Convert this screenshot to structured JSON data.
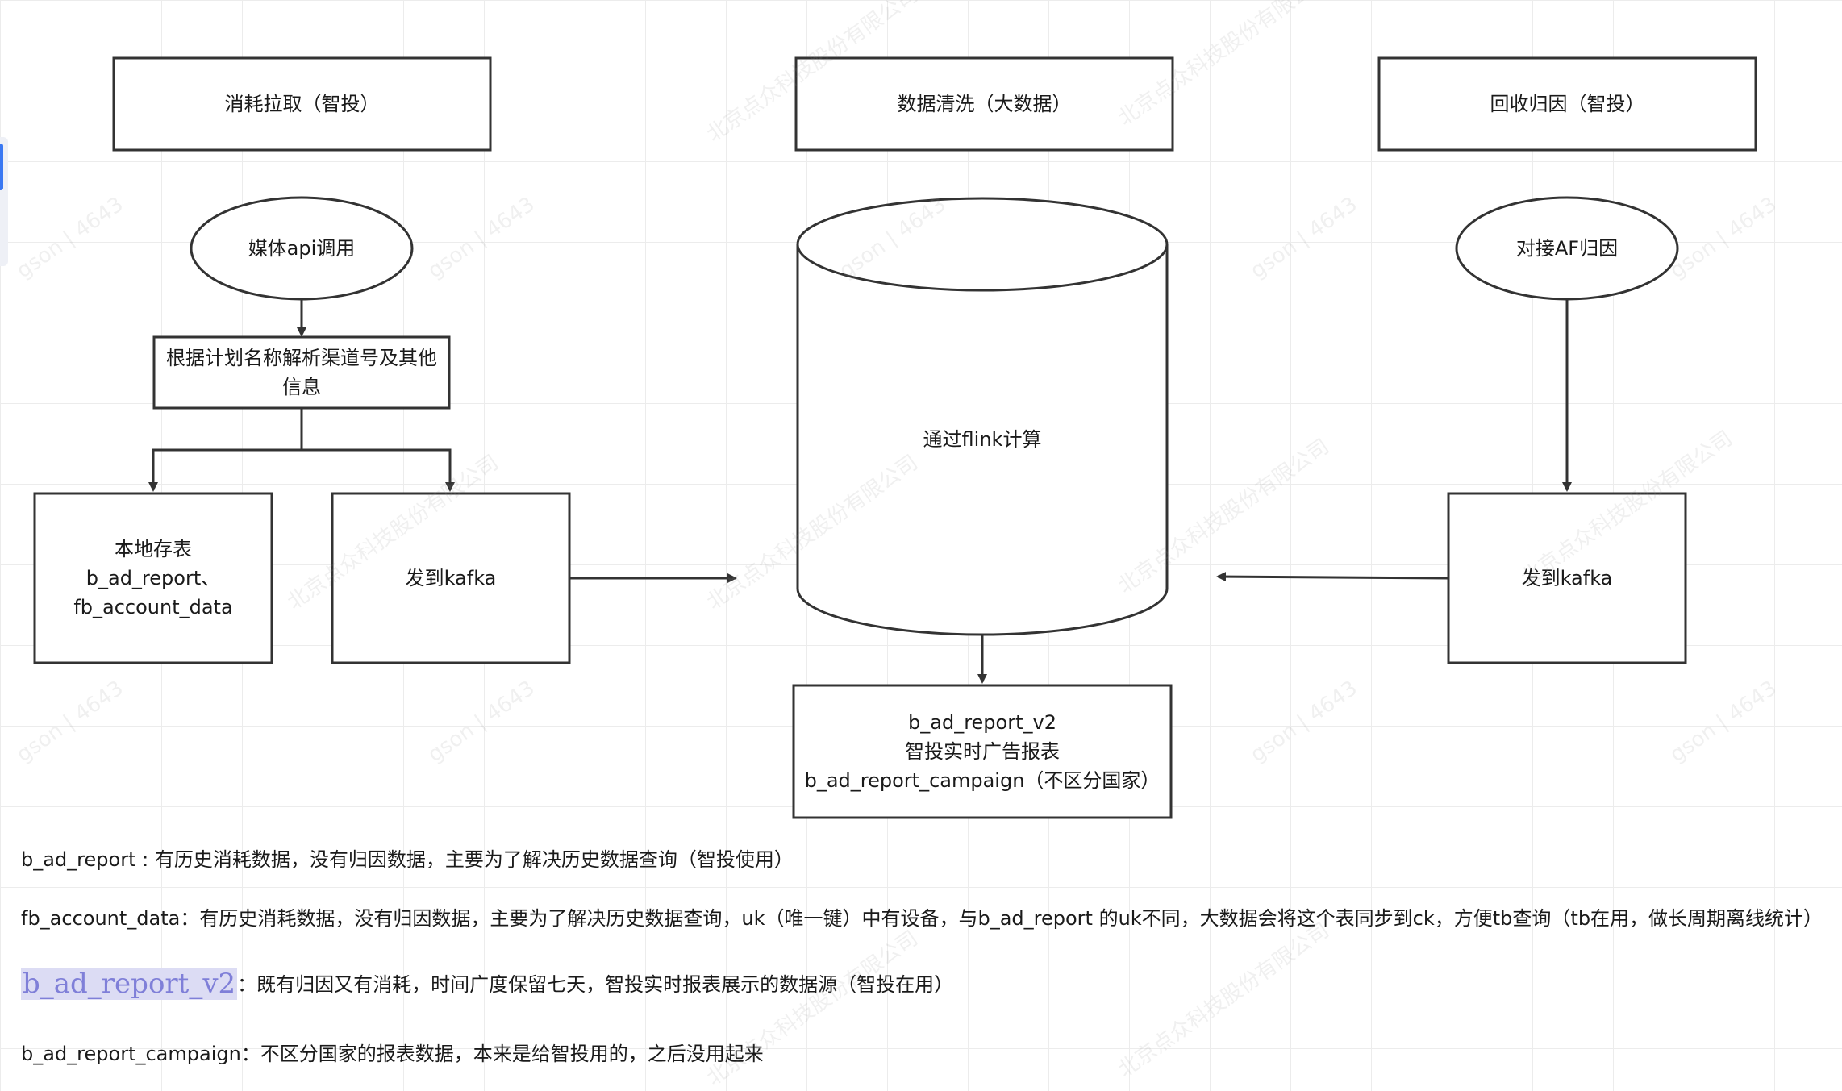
{
  "headers": {
    "left": "消耗拉取（智投）",
    "center": "数据清洗（大数据）",
    "right": "回收归因（智投）"
  },
  "left_flow": {
    "ellipse": "媒体api调用",
    "parse_line1": "根据计划名称解析渠道号及其他",
    "parse_line2": "信息",
    "local_line1": "本地存表",
    "local_line2": "b_ad_report、",
    "local_line3": "fb_account_data",
    "kafka": "发到kafka"
  },
  "center_flow": {
    "cylinder": "通过flink计算",
    "output_line1": "b_ad_report_v2",
    "output_line2": "智投实时广告报表",
    "output_line3": "b_ad_report_campaign（不区分国家）"
  },
  "right_flow": {
    "ellipse": "对接AF归因",
    "kafka": "发到kafka"
  },
  "notes": {
    "n1": "b_ad_report : 有历史消耗数据，没有归因数据，主要为了解决历史数据查询（智投使用）",
    "n2": "fb_account_data：有历史消耗数据，没有归因数据，主要为了解决历史数据查询，uk（唯一键）中有设备，与b_ad_report 的uk不同，大数据会将这个表同步到ck，方便tb查询（tb在用，做长周期离线统计）",
    "n3_highlight": "b_ad_report_v2",
    "n3_rest": "：既有归因又有消耗，时间广度保留七天，智投实时报表展示的数据源（智投在用）",
    "n4": "b_ad_report_campaign：不区分国家的报表数据，本来是给智投用的，之后没用起来"
  },
  "watermark": {
    "company": "北京点众科技股份有限公司",
    "user": "gson | 4643"
  },
  "colors": {
    "stroke": "#333333",
    "highlight_text": "#7f7fd8",
    "highlight_bg": "#dcdcf4",
    "accent_tab": "#3a78f2"
  }
}
